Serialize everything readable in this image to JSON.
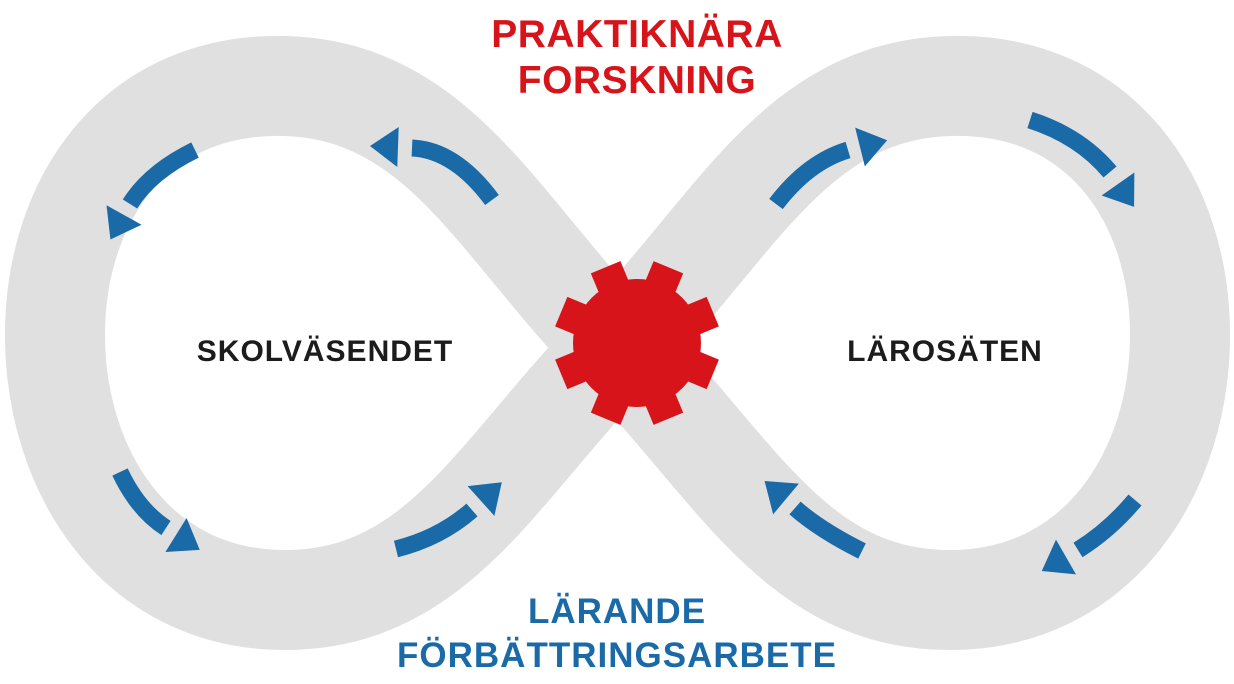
{
  "diagram": {
    "top_label_lines": [
      "PRAKTIKNÄRA",
      "FORSKNING"
    ],
    "bottom_label_lines": [
      "LÄRANDE",
      "FÖRBÄTTRINGSARBETE"
    ],
    "left_loop_label": "SKOLVÄSENDET",
    "right_loop_label": "LÄROSÄTEN",
    "center_icon": "gear-icon",
    "arrow_icon": "curved-arrow-icon",
    "colors": {
      "track": "#e0e0e0",
      "arrow": "#1a6aa8",
      "gear": "#d7141a",
      "top_label": "#d7141a",
      "bottom_label": "#1a6aa8",
      "loop_label": "#1c1c1c"
    }
  }
}
